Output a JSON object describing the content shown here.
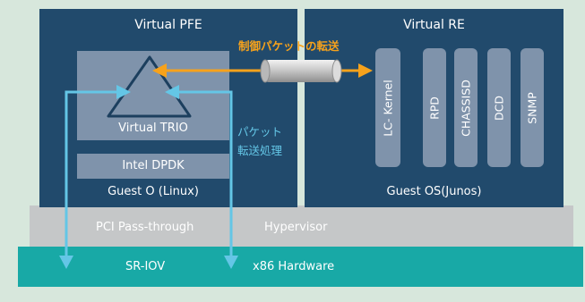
{
  "pfe": {
    "title": "Virtual PFE",
    "trio_label": "Virtual TRIO",
    "dpdk_label": "Intel DPDK",
    "guest_label": "Guest O (Linux)"
  },
  "re": {
    "title": "Virtual RE",
    "guest_label": "Guest OS(Junos)",
    "modules": [
      "LC- Kernel",
      "RPD",
      "CHASSISD",
      "DCD",
      "SNMP"
    ]
  },
  "control_link_label": "制御パケットの転送",
  "packet_label_line1": "パケット",
  "packet_label_line2": "転送処理",
  "hypervisor": {
    "pci_label": "PCI Pass-through",
    "label": "Hypervisor"
  },
  "hardware": {
    "sriov_label": "SR-IOV",
    "label": "x86 Hardware"
  },
  "colors": {
    "background": "#d7e7dc",
    "panel": "#214a6c",
    "light_box": "#7f93ab",
    "hypervisor_bar": "#c5c7c8",
    "hardware_bar": "#18a9a6",
    "arrow_orange": "#f7a21b",
    "arrow_cyan": "#64c6e6"
  }
}
